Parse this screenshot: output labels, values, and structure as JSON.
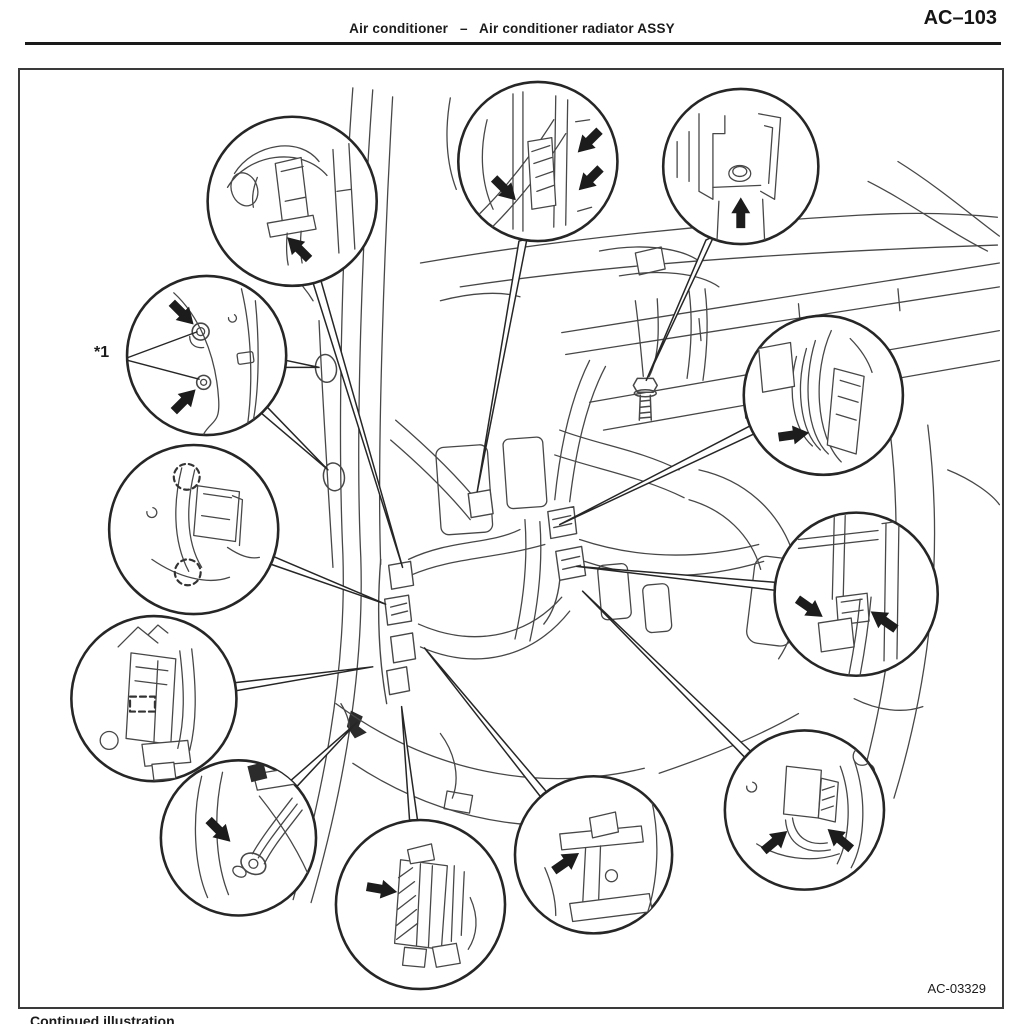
{
  "header": {
    "title": "Air conditioner   –   Air conditioner radiator ASSY",
    "page_number": "AC–103"
  },
  "figure": {
    "drawing_number": "AC-03329",
    "callout_ref": "*1"
  },
  "footer": {
    "continued_note": "Continued illustration"
  },
  "colors": {
    "line_art": "#474747",
    "outline": "#262626",
    "arrow_fill": "#1c1c1c"
  }
}
